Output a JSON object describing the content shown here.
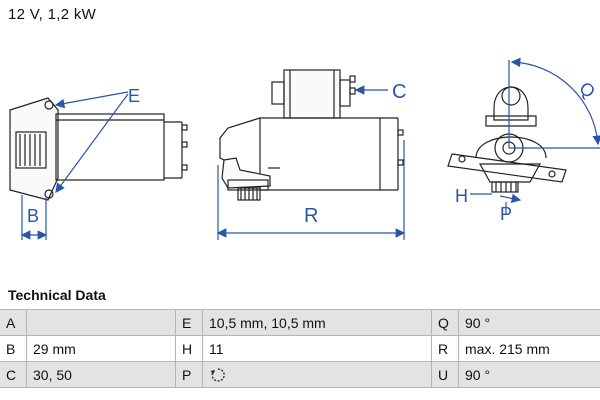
{
  "header": {
    "title": "12 V, 1,2 kW"
  },
  "drawing": {
    "labels": {
      "E": "E",
      "B": "B",
      "C": "C",
      "R": "R",
      "Q": "Q",
      "H": "H",
      "P": "P"
    },
    "accent_color": "#2a55a8",
    "icons": [
      "starter-motor-end-view",
      "starter-motor-side-view",
      "starter-motor-front-view"
    ]
  },
  "section": {
    "title": "Technical Data"
  },
  "table": {
    "rows": [
      {
        "k1": "A",
        "v1": "",
        "k2": "E",
        "v2": "10,5 mm, 10,5 mm",
        "k3": "Q",
        "v3": "90 °"
      },
      {
        "k1": "B",
        "v1": "29 mm",
        "k2": "H",
        "v2": "11",
        "k3": "R",
        "v3": "max. 215 mm"
      },
      {
        "k1": "C",
        "v1": "30, 50",
        "k2": "P",
        "v2": "",
        "k3": "U",
        "v3": "90 °"
      }
    ],
    "p_value_icon": "rotation-direction-icon"
  }
}
